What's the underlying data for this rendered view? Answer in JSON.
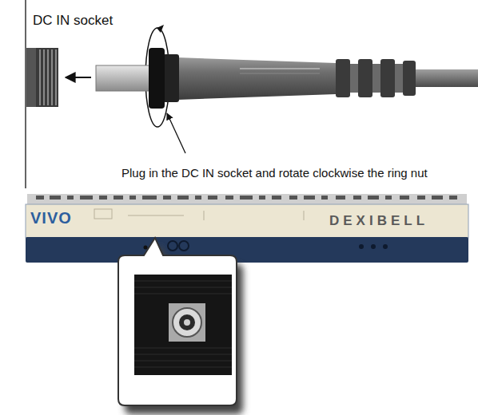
{
  "diagram": {
    "labels": [
      "DC IN socket",
      "Plug in the DC IN socket and rotate clockwise the ring nut",
      "VIVO",
      "DEXIBELL"
    ]
  }
}
